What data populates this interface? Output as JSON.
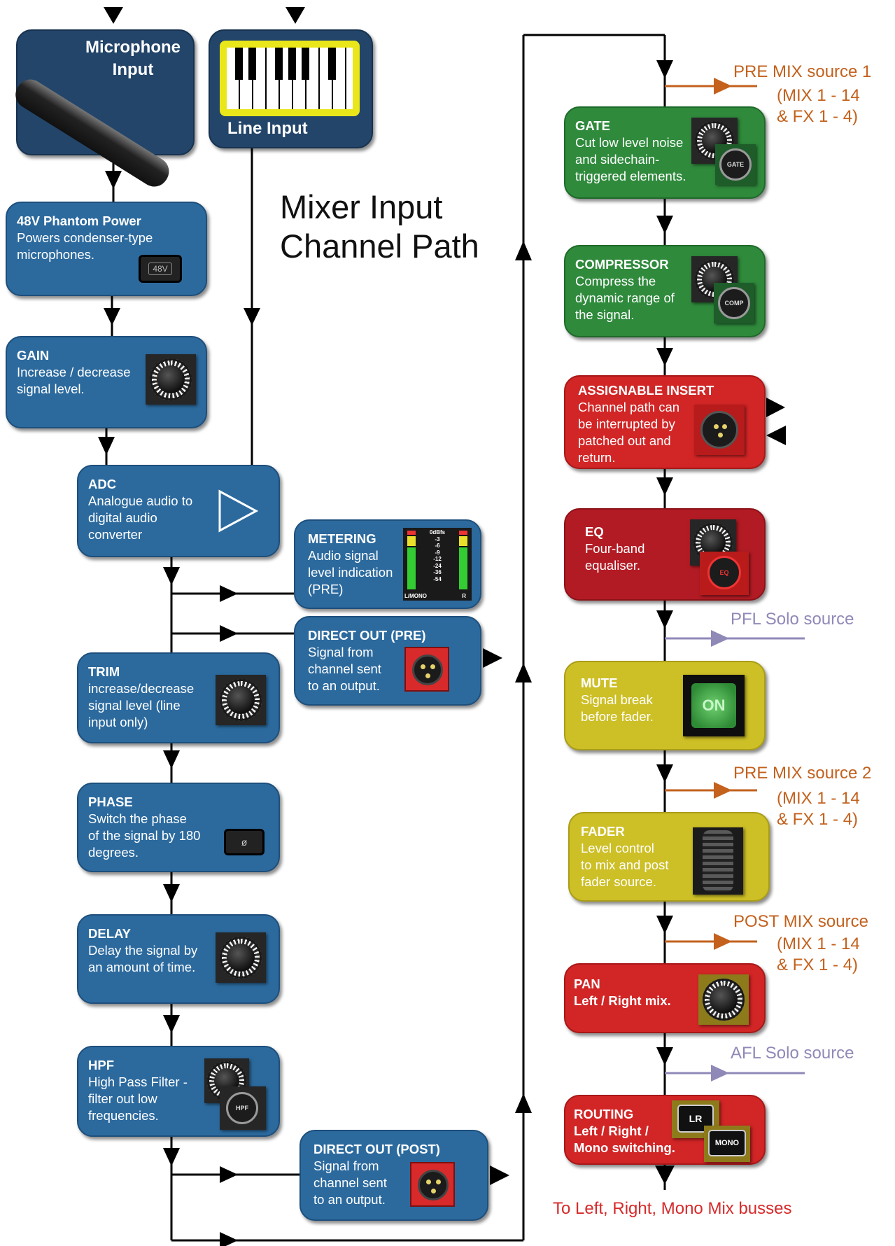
{
  "title": "Mixer Input\nChannel Path",
  "colors": {
    "blue": "#2c6a9e",
    "green": "#2f8a3c",
    "red": "#d22526",
    "dark_red": "#b31b24",
    "yellow": "#cdbf26",
    "orange": "#c3611d",
    "lavender": "#8f89b8",
    "line": "#000000"
  },
  "inputs": {
    "microphone": "Microphone\nInput",
    "line": "Line Input"
  },
  "blocks": {
    "phantom": {
      "title": "48V Phantom Power",
      "desc": "Powers condenser-type\nmicrophones.",
      "button_label": "48V"
    },
    "gain": {
      "title": "GAIN",
      "desc": "Increase / decrease\nsignal level."
    },
    "adc": {
      "title": "ADC",
      "desc": "Analogue audio to\ndigital audio\nconverter"
    },
    "metering": {
      "title": "METERING",
      "desc": "Audio signal\nlevel indication\n(PRE)",
      "scale": [
        "0dBfs",
        "-3",
        "-6",
        "-9",
        "-12",
        "-24",
        "-36",
        "-54"
      ],
      "left_label": "L/MONO",
      "right_label": "R"
    },
    "direct_out_pre": {
      "title": "DIRECT OUT (PRE)",
      "desc": "Signal from\nchannel sent\nto an output."
    },
    "trim": {
      "title": "TRIM",
      "desc": "increase/decrease\nsignal level (line\ninput only)"
    },
    "phase": {
      "title": "PHASE",
      "desc": "Switch the phase\nof the signal by 180\ndegrees.",
      "button_label": "ø"
    },
    "delay": {
      "title": "DELAY",
      "desc": "Delay the signal by\nan amount of time."
    },
    "hpf": {
      "title": "HPF",
      "desc": "High Pass Filter -\nfilter out low\nfrequencies.",
      "button_label": "HPF"
    },
    "direct_out_post": {
      "title": "DIRECT OUT (POST)",
      "desc": "Signal from\nchannel sent\nto an output."
    },
    "gate": {
      "title": "GATE",
      "desc": "Cut low level noise\nand sidechain-\ntriggered elements.",
      "button_label": "GATE"
    },
    "compressor": {
      "title": "COMPRESSOR",
      "desc": "Compress the\ndynamic range of\nthe signal.",
      "button_label": "COMP"
    },
    "insert": {
      "title": "ASSIGNABLE INSERT",
      "desc": "Channel path can\nbe interrupted by\npatched out and\nreturn."
    },
    "eq": {
      "title": "EQ",
      "desc": "Four-band\nequaliser.",
      "button_label": "EQ"
    },
    "mute": {
      "title": "MUTE",
      "desc": "Signal break\nbefore fader.",
      "button_label": "ON"
    },
    "fader": {
      "title": "FADER",
      "desc": "Level control\nto mix and post\nfader source."
    },
    "pan": {
      "title": "PAN",
      "desc": "Left / Right mix."
    },
    "routing": {
      "title": "ROUTING",
      "desc": "Left / Right /\nMono switching.",
      "lr_label": "LR",
      "mono_label": "MONO"
    }
  },
  "sources": {
    "pre_mix_1": {
      "line1": "PRE MIX source 1",
      "line2": "(MIX 1 - 14\n& FX 1 - 4)"
    },
    "pfl": "PFL Solo source",
    "pre_mix_2": {
      "line1": "PRE MIX source 2",
      "line2": "(MIX 1 - 14\n& FX 1 - 4)"
    },
    "post_mix": {
      "line1": "POST MIX source",
      "line2": "(MIX 1 - 14\n& FX 1 - 4)"
    },
    "afl": "AFL Solo source"
  },
  "output_label": "To Left, Right, Mono Mix busses"
}
